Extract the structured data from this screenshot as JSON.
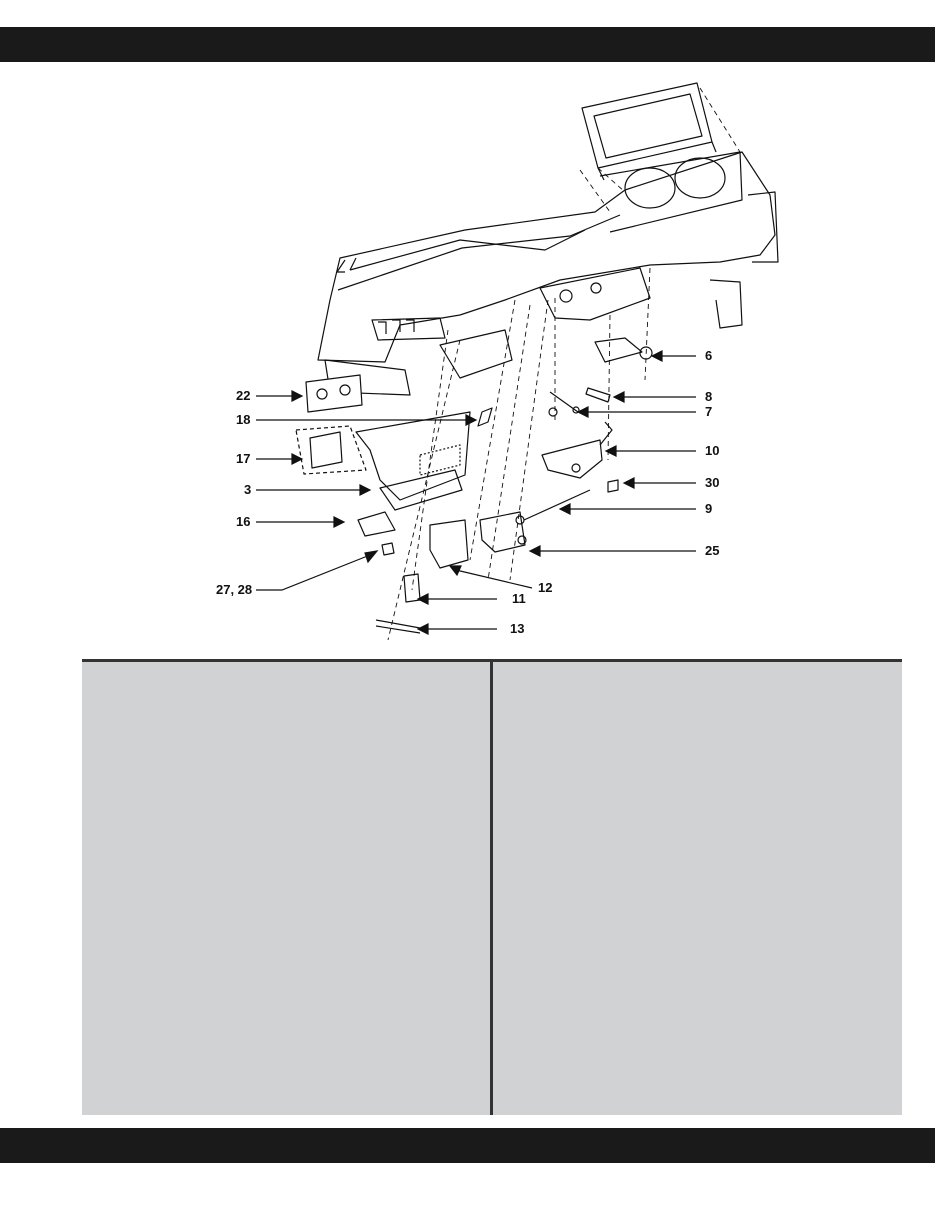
{
  "figure": {
    "callouts": [
      {
        "id": "6",
        "label": "6"
      },
      {
        "id": "8",
        "label": "8"
      },
      {
        "id": "7",
        "label": "7"
      },
      {
        "id": "10",
        "label": "10"
      },
      {
        "id": "30",
        "label": "30"
      },
      {
        "id": "9",
        "label": "9"
      },
      {
        "id": "25",
        "label": "25"
      },
      {
        "id": "12",
        "label": "12"
      },
      {
        "id": "11",
        "label": "11"
      },
      {
        "id": "13",
        "label": "13"
      },
      {
        "id": "22",
        "label": "22"
      },
      {
        "id": "18",
        "label": "18"
      },
      {
        "id": "17",
        "label": "17"
      },
      {
        "id": "3",
        "label": "3"
      },
      {
        "id": "16",
        "label": "16"
      },
      {
        "id": "27-28",
        "label": "27, 28"
      }
    ]
  },
  "colors": {
    "band": "#1a1a1a",
    "panel": "#d1d2d4",
    "line": "#111111"
  }
}
